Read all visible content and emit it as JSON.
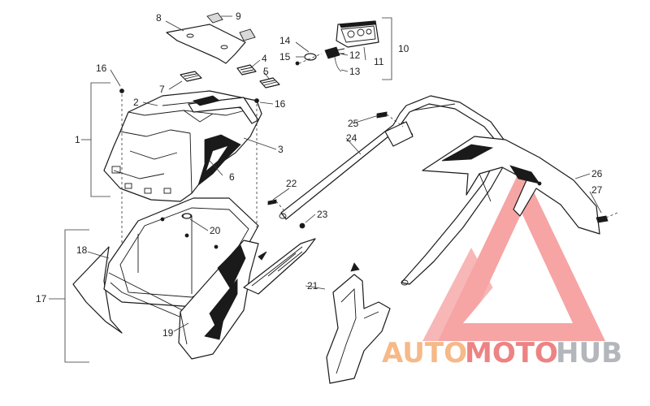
{
  "callouts": {
    "c1": "1",
    "c2": "2",
    "c3": "3",
    "c4": "4",
    "c5": "5",
    "c6": "6",
    "c7": "7",
    "c8": "8",
    "c9": "9",
    "c10": "10",
    "c11": "11",
    "c12": "12",
    "c13": "13",
    "c14": "14",
    "c15": "15",
    "c16a": "16",
    "c16b": "16",
    "c17": "17",
    "c18": "18",
    "c19": "19",
    "c20": "20",
    "c21": "21",
    "c22": "22",
    "c23": "23",
    "c24": "24",
    "c25": "25",
    "c26": "26",
    "c27": "27"
  },
  "watermark": {
    "part1": "AUTO",
    "part2": "MOTO",
    "part3": "HUB",
    "color_primary": "#f4a261",
    "color_secondary": "#e85a5a",
    "color_tertiary": "#9aa0a6"
  }
}
